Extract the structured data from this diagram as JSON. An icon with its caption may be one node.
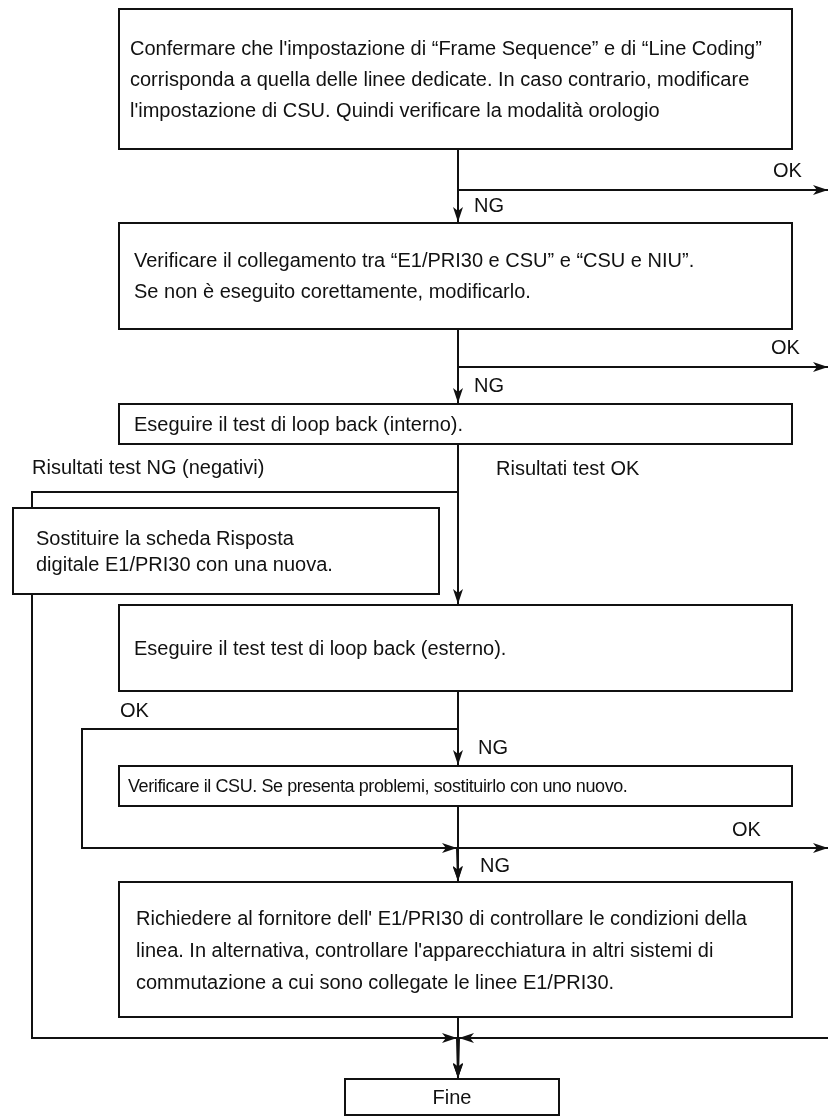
{
  "diagram": {
    "nodes": [
      {
        "text": [
          "Confermare che l'impostazione di “Frame Sequence” e di “Line Coding” corrisponda a quella delle linee dedicate. In caso contrario, modificare l'impostazione di CSU. Quindi verificare la modalità orologio"
        ]
      },
      {
        "text": [
          "Verificare il collegamento tra “E1/PRI30 e CSU” e “CSU e NIU”. Se non è eseguito corettamente, modificarlo."
        ]
      },
      {
        "text": [
          "Eseguire il test di loop back (interno)."
        ]
      },
      {
        "text": [
          "Sostituire la scheda Risposta digitale E1/PRI30 con una nuova."
        ]
      },
      {
        "text": [
          "Eseguire il test test di loop back (esterno)."
        ]
      },
      {
        "text": [
          "Verificare il CSU. Se presenta problemi, sostituirlo con uno nuovo."
        ]
      },
      {
        "text": [
          "Richiedere al fornitore dell' E1/PRI30 di controllare le condizioni della linea. In alternativa, controllare l'apparecchiatura in altri sistemi di commutazione a cui sono collegate le linee E1/PRI30."
        ]
      },
      {
        "text": [
          "Fine"
        ]
      }
    ],
    "edges": [
      {
        "from": 0,
        "to": 1,
        "arrow": "to",
        "label": "NG"
      },
      {
        "from": 0,
        "to": null,
        "arrow": "to",
        "label": "OK"
      },
      {
        "from": 1,
        "to": 2,
        "arrow": "to",
        "label": "NG"
      },
      {
        "from": 1,
        "to": null,
        "arrow": "to",
        "label": "OK"
      },
      {
        "from": 2,
        "to": 3,
        "arrow": "none",
        "label": "Risultati test NG (negativi)"
      },
      {
        "from": 2,
        "to": 4,
        "arrow": "to",
        "label": "Risultati test OK"
      },
      {
        "from": 3,
        "to": 7,
        "arrow": "to"
      },
      {
        "from": 4,
        "to": 5,
        "arrow": "to",
        "label": "NG"
      },
      {
        "from": 4,
        "to": 6,
        "arrow": "to",
        "label": "OK"
      },
      {
        "from": 5,
        "to": 6,
        "arrow": "to",
        "label": "NG"
      },
      {
        "from": 5,
        "to": null,
        "arrow": "to",
        "label": "OK"
      },
      {
        "from": 6,
        "to": 7,
        "arrow": "to"
      },
      {
        "from": null,
        "to": 7,
        "arrow": "to"
      }
    ]
  }
}
